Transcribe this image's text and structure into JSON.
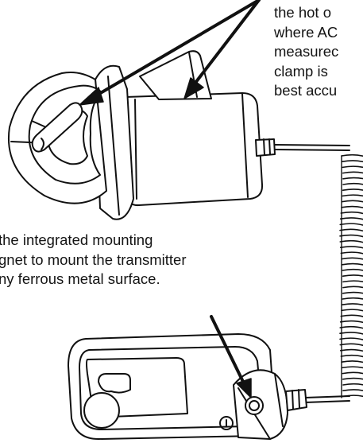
{
  "captions": {
    "right_lines": [
      "the hot o",
      "where AC",
      "measurec",
      "clamp is",
      "best accu"
    ],
    "left_lines": [
      "the integrated mounting",
      "gnet to mount the transmitter",
      "ny ferrous metal surface."
    ]
  },
  "colors": {
    "stroke": "#111111",
    "fill": "#ffffff",
    "shade": "#f1f1f1"
  },
  "icons": {
    "power_button": "power-icon",
    "info_label": "info-icon"
  }
}
